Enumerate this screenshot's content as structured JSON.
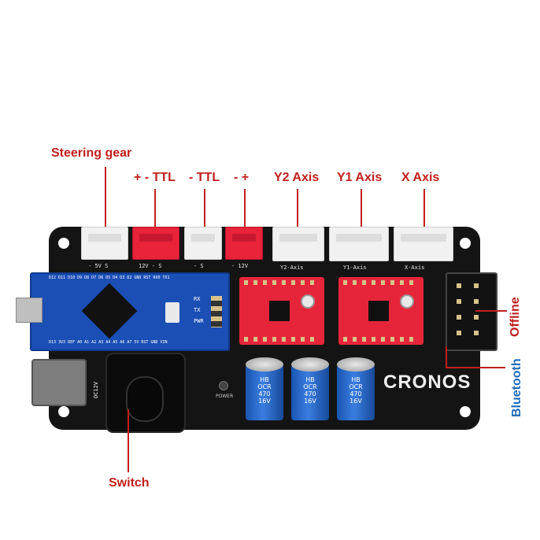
{
  "labels": {
    "steering_gear": "Steering gear",
    "ttl_plus": "+ - TTL",
    "ttl_minus": "- TTL",
    "minus_plus": "- +",
    "y2_axis": "Y2 Axis",
    "y1_axis": "Y1 Axis",
    "x_axis": "X Axis",
    "offline": "Offline",
    "bluetooth": "Bluetooth",
    "switch": "Switch"
  },
  "silkscreen": {
    "servo": "- 5V  S",
    "ttl1": "12V  -  S",
    "ttl2": "-  S",
    "power12v": "-  12V",
    "y2": "Y2-Axis",
    "y1": "Y1-Axis",
    "x": "X-Axis",
    "nano_top": "D12 D11 D10 D9 D8 D7 D6 D5 D4 D3 D2 GND RST RX0 TX1",
    "nano_bottom": "D13 3V3 REF A0 A1 A2 A3 A4 A5 A6 A7 5V RST GND VIN",
    "rx": "RX",
    "tx": "TX",
    "pwr": "PWR",
    "power": "POWER",
    "dc": "DC12V",
    "cap_text": "HB\nOCR\n470\n16V"
  },
  "logo": "CRONOS",
  "colors": {
    "label_red": "#c0201e",
    "label_blue": "#1e6bb8",
    "board": "#141414",
    "connector_red": "#e8233a",
    "driver_red": "#e6253a",
    "nano_blue": "#1b4fb5",
    "cap_blue": "#2f6fd0"
  }
}
